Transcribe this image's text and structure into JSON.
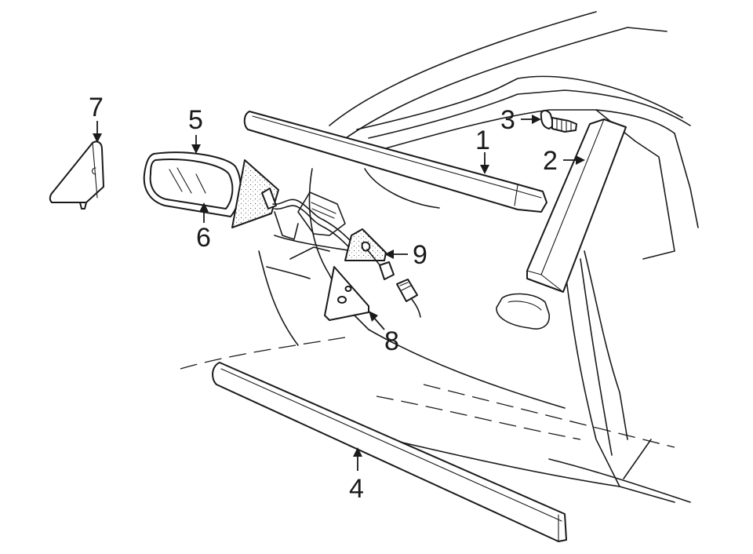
{
  "diagram": {
    "callouts": [
      {
        "id": "1",
        "label": "1"
      },
      {
        "id": "2",
        "label": "2"
      },
      {
        "id": "3",
        "label": "3"
      },
      {
        "id": "4",
        "label": "4"
      },
      {
        "id": "5",
        "label": "5"
      },
      {
        "id": "6",
        "label": "6"
      },
      {
        "id": "7",
        "label": "7"
      },
      {
        "id": "8",
        "label": "8"
      },
      {
        "id": "9",
        "label": "9"
      }
    ],
    "colors": {
      "ink": "#1a1a1a",
      "background": "#ffffff",
      "stipple": "#555555"
    }
  }
}
